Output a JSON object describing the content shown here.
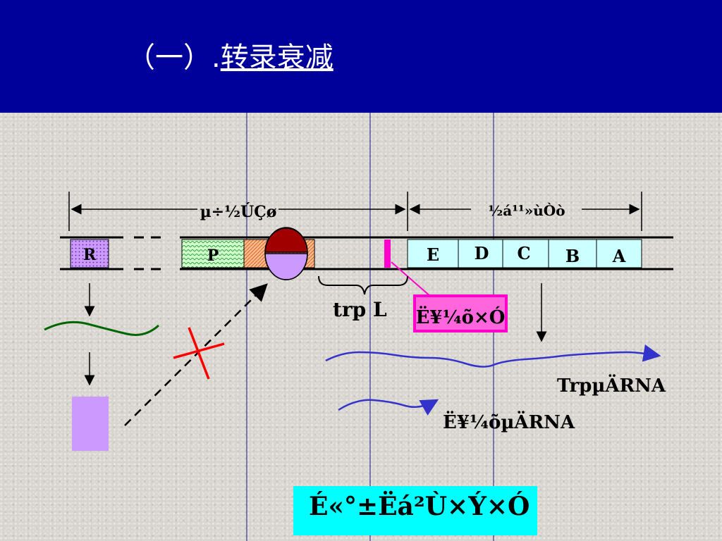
{
  "title": {
    "prefix": "（一）",
    "link": "转录衰减"
  },
  "diagram": {
    "label_regulatory": "µ÷½ÚÇø",
    "label_structural": "½á¹¹»ùÒò",
    "gene_r": "R",
    "gene_p": "P",
    "genes_structural": [
      "E",
      "D",
      "C",
      "B",
      "A"
    ],
    "trp_l": "trp L",
    "leader_peptide": "Ë¥¼õ×Ó",
    "trp_mrna": "TrpµÄRNA",
    "leader_mrna": "Ë¥¼õµÄRNA",
    "bottom_note": "É«°±Ëá²Ù×Ý×Ó"
  },
  "colors": {
    "header_bg": "#00009b",
    "structural_fill": "#ccffff",
    "r_fill": "#cc99ff",
    "p_fill": "#ccffcc",
    "o_fill": "#ff9966",
    "repressor_top": "#a00000",
    "repressor_bottom": "#cc99ff",
    "magenta": "#ff00cc",
    "mrna_blue": "#3333cc",
    "mrna_green": "#006600",
    "red_x": "#ff0000",
    "cyan_box": "#00ffff"
  }
}
